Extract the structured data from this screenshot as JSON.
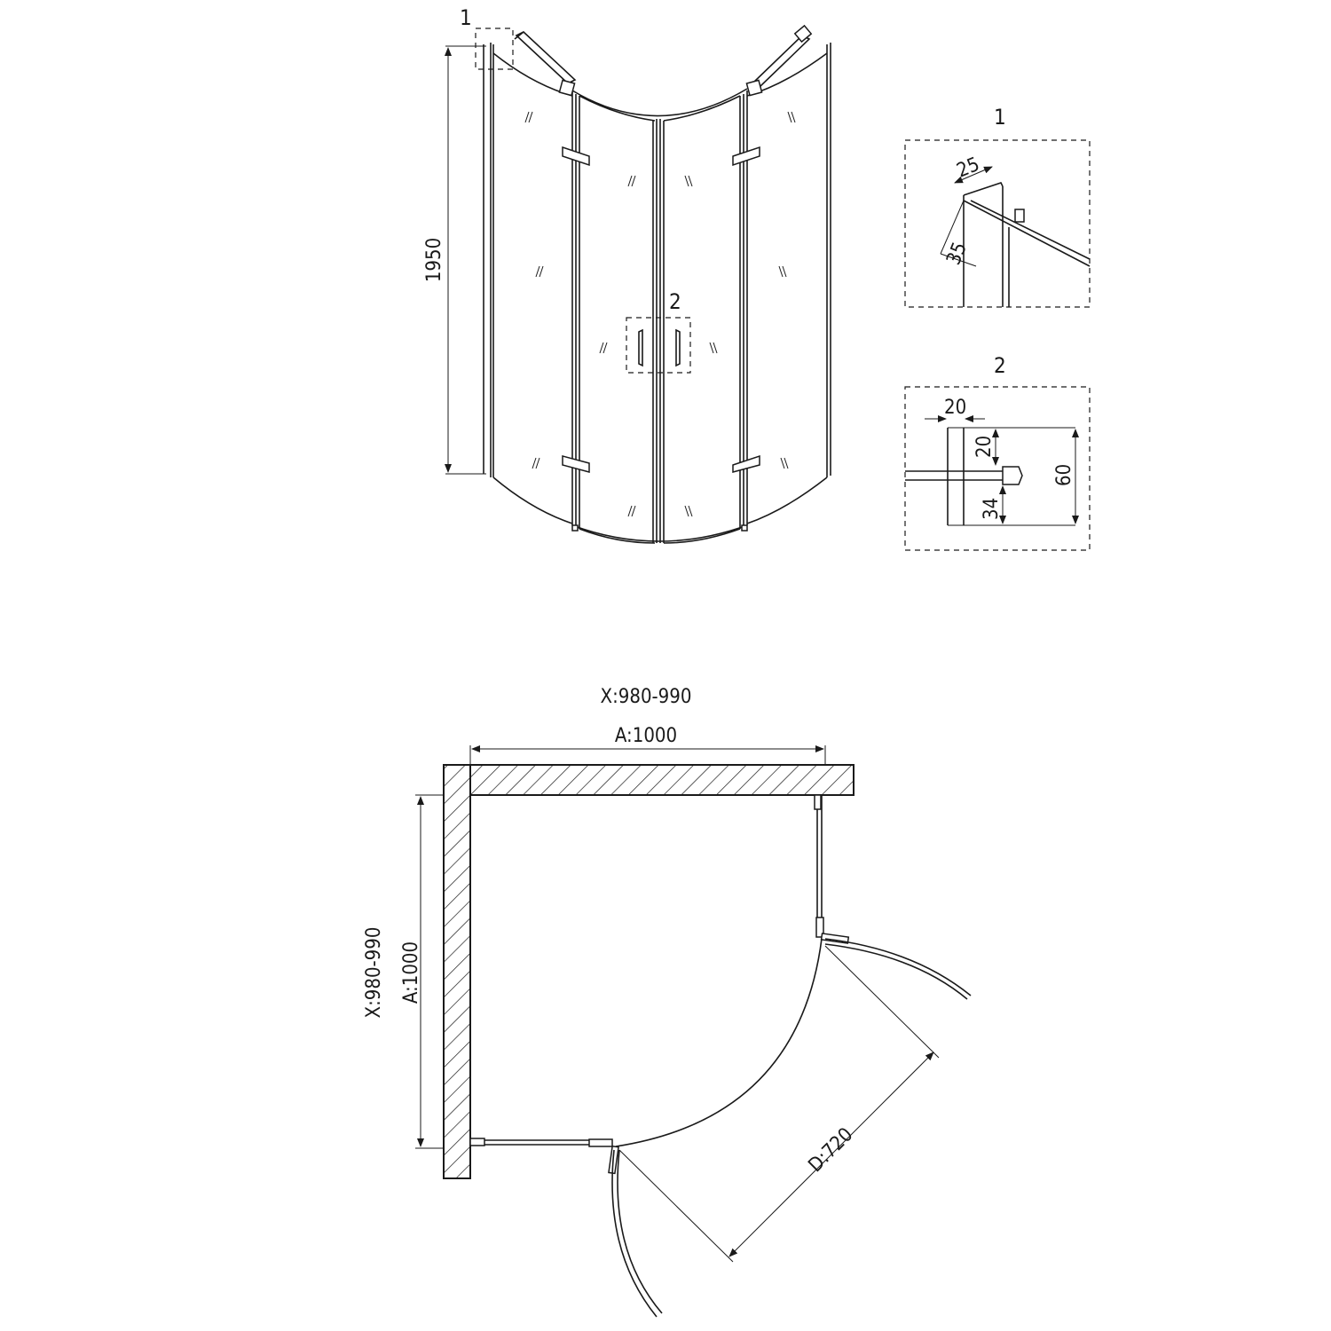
{
  "front_view": {
    "height_label": "1950",
    "callout_1": "1",
    "callout_2": "2"
  },
  "detail_1": {
    "title": "1",
    "dim_a": "25",
    "dim_b": "35"
  },
  "detail_2": {
    "title": "2",
    "dim_top": "20",
    "dim_upper": "20",
    "dim_lower": "34",
    "dim_total": "60"
  },
  "plan_view": {
    "x_range_top": "X:980-990",
    "a_top": "A:1000",
    "x_range_side": "X:980-990",
    "a_side": "A:1000",
    "door_width": "D:720"
  }
}
